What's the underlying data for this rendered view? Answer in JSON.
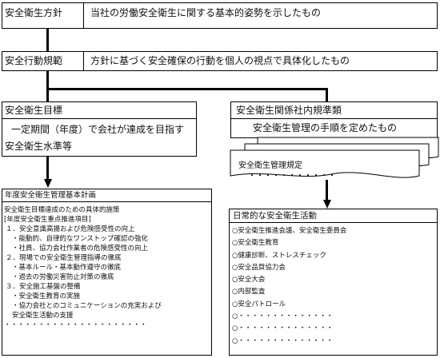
{
  "policy": {
    "title": "安全衛生方針",
    "desc": "当社の労働安全衛生に関する基本的姿勢を示したもの"
  },
  "code": {
    "title": "安全行動規範",
    "desc": "方針に基づく安全確保の行動を個人の視点で具体化したもの"
  },
  "goals": {
    "title": "安全衛生目標",
    "line1": "一定期間（年度）で会社が達成を目指す",
    "line2": "安全衛生水準等"
  },
  "standards": {
    "title": "安全衛生関係社内規準類",
    "desc": "安全衛生管理の手順を定めたもの"
  },
  "regulations": {
    "title": "安全衛生管理規定",
    "dots": "・・・・・・・・・・・"
  },
  "annual_plan": {
    "title": "年度安全衛生管理基本計画",
    "lines": [
      "安全衛生目標達成のための具体的施策",
      "[年度安全衛生重点推進項目]",
      "１．安全意識高揚および危険感受性の向上",
      "・能動的、自律的なワンストップ確認の強化",
      "・社員、協力会社作業者の危険感受性の向上",
      "２．現場での安全衛生管理指導の徹底",
      "・基本ルール・基本動作遵守の徹底",
      "・過去の労働災害防止対策の徹底",
      "３．安全施工基盤の整備",
      "・安全衛生教育の実施",
      "・協力会社とのコミュニケーションの充実および",
      "安全衛生活動の支援",
      "・・・・・・・・・・・・・・・・・・・・・"
    ]
  },
  "daily": {
    "title": "日常的な安全衛生活動",
    "items": [
      "○安全衛生推進会議、安全衛生委員会",
      "○安全衛生教育",
      "○健康診断、ストレスチェック",
      "○安全品質協力会",
      "○安全大会",
      "○内部監査",
      "○安全パトロール",
      "○・・・・・・・・・・・・・・",
      "○・・・・・・・・・・・・・・",
      "○・・・・・・・・・・・・・・"
    ]
  }
}
